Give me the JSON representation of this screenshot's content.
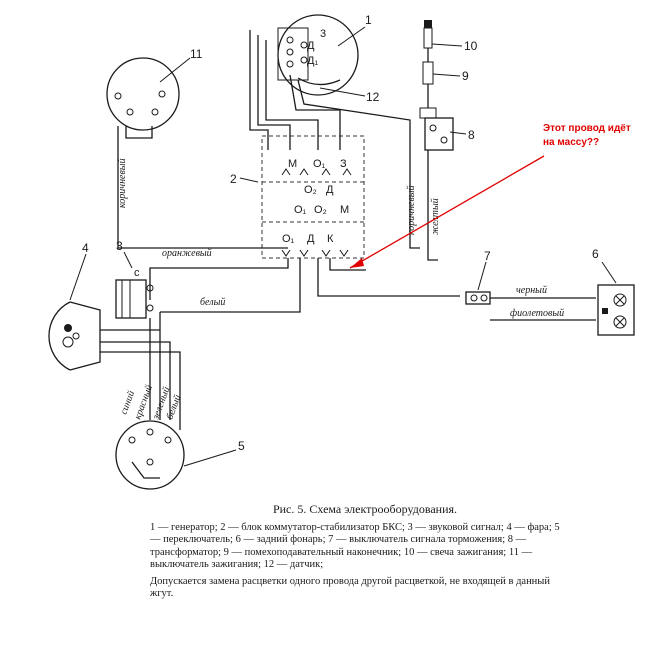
{
  "components": {
    "c1": "1",
    "c2": "2",
    "c3": "3",
    "c4": "4",
    "c5": "5",
    "c6": "6",
    "c7": "7",
    "c8": "8",
    "c9": "9",
    "c10": "10",
    "c11": "11",
    "c12": "12"
  },
  "terminals": {
    "gen_3": "3",
    "gen_d": "Д",
    "gen_d1": "Д₁",
    "blk_m": "М",
    "blk_o1_top": "О₁",
    "blk_3": "З",
    "blk_o2_mid": "О₂",
    "blk_d_mid": "Д",
    "blk_o1_row": "О₁",
    "blk_o2_row": "О₂",
    "blk_m_row": "М",
    "blk_o1_bot": "О₁",
    "blk_d_bot": "Д",
    "blk_k_bot": "К",
    "horn_c": "с"
  },
  "wire_colors": {
    "brown_left": "коричневый",
    "orange": "оранжевый",
    "brown_right": "коричневый",
    "yellow": "желтый",
    "white": "белый",
    "black": "черный",
    "violet": "фиолетовый",
    "blue": "синий",
    "red": "красный",
    "green": "зеленый",
    "white2": "белый"
  },
  "annotation": {
    "text_line1": "Этот провод идёт",
    "text_line2": "на массу??",
    "color": "#e00000"
  },
  "caption": {
    "title": "Рис. 5. Схема электрооборудования.",
    "legend": "1 — генератор; 2 — блок коммутатор-стабилизатор БКС; 3 — звуковой сигнал; 4 — фара; 5 — переключатель; 6 — задний фонарь; 7 — выключатель сигнала торможения; 8 — трансформатор; 9 — помехоподавательный наконечник; 10 — свеча зажигания; 11 — выключатель зажигания; 12 — датчик;",
    "remark": "Допускается замена расцветки одного провода другой расцветкой, не входящей в данный жгут."
  }
}
